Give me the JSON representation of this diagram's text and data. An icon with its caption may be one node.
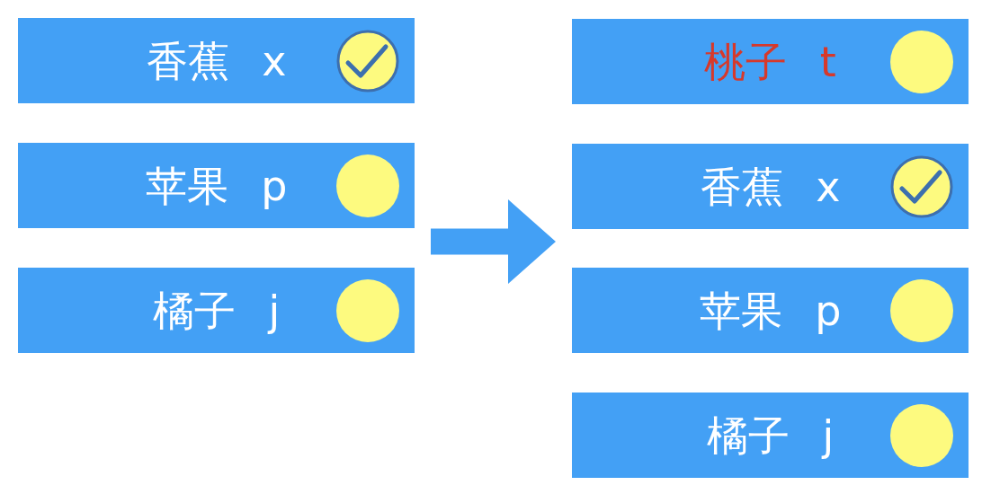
{
  "diagram": {
    "nodes": [
      {
        "text": [
          "香蕉 x"
        ]
      },
      {
        "text": [
          "苹果 p"
        ]
      },
      {
        "text": [
          "橘子 j"
        ]
      },
      {
        "text": [
          "桃子 t"
        ]
      },
      {
        "text": [
          "香蕉 x"
        ]
      },
      {
        "text": [
          "苹果 p"
        ]
      },
      {
        "text": [
          "橘子 j"
        ]
      }
    ],
    "edges": [
      {
        "from": 1,
        "to": 4,
        "arrow": "to"
      }
    ]
  }
}
